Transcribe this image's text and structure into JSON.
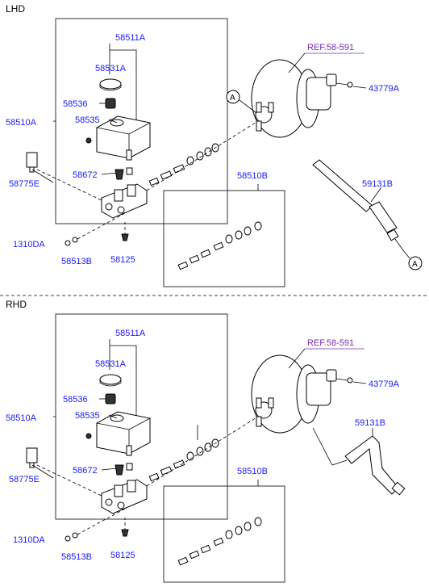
{
  "sections": [
    {
      "title": "LHD",
      "ref": "REF.58-591",
      "circle_marker": "A",
      "labels": {
        "reservoir_assy": "58511A",
        "cap": "58531A",
        "strainer": "58536",
        "reservoir_cap_screw": "58535",
        "master_cylinder": "58510A",
        "bushing": "58775E",
        "grommet": "58672",
        "nut": "1310DA",
        "washer": "58513B",
        "plug": "58125",
        "repair_kit": "58510B",
        "booster_hose": "59131B",
        "clip": "43779A"
      }
    },
    {
      "title": "RHD",
      "ref": "REF.58-591",
      "labels": {
        "reservoir_assy": "58511A",
        "cap": "58531A",
        "strainer": "58536",
        "reservoir_cap_screw": "58535",
        "master_cylinder": "58510A",
        "bushing": "58775E",
        "grommet": "58672",
        "nut": "1310DA",
        "washer": "58513B",
        "plug": "58125",
        "repair_kit": "58510B",
        "booster_hose": "59131B",
        "clip": "43779A"
      }
    }
  ]
}
